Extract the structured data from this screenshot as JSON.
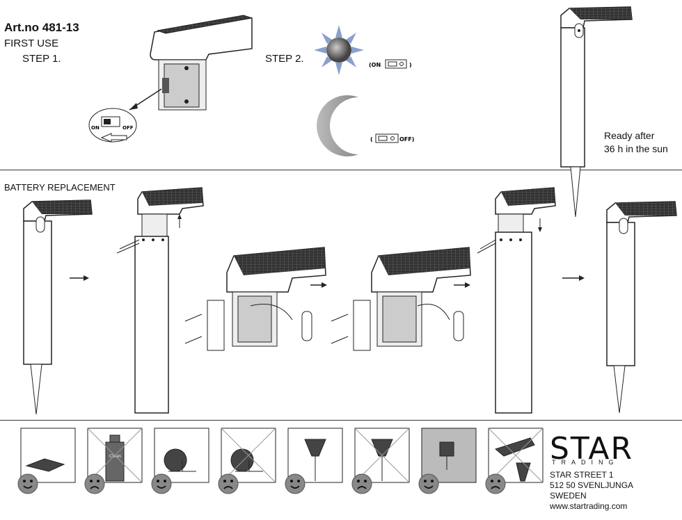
{
  "header": {
    "art_no": "Art.no 481-13",
    "first_use": "FIRST USE",
    "step1": "STEP 1.",
    "step2": "STEP 2."
  },
  "switch": {
    "on_label": "ON",
    "off_label": "OFF",
    "on_paren_left": "(ON",
    "on_paren_right": ")",
    "off_paren_left": "(",
    "off_paren_right": "OFF)"
  },
  "ready_text": [
    "Ready after",
    "36 h in the sun"
  ],
  "battery_title": "BATTERY REPLACEMENT",
  "care_icons": [
    {
      "name": "wipe-cloth",
      "good": true
    },
    {
      "name": "cleaner-bottle",
      "good": false,
      "label": "Clean"
    },
    {
      "name": "sun-exposure",
      "good": true
    },
    {
      "name": "sun-exposure-crossed",
      "good": false
    },
    {
      "name": "insert-spike-hand",
      "good": true
    },
    {
      "name": "insert-spike-force",
      "good": false
    },
    {
      "name": "frozen-ground",
      "good": true
    },
    {
      "name": "hammer",
      "good": false
    }
  ],
  "company": {
    "logo": "STAR",
    "sub": "TRADING",
    "address": [
      "STAR STREET 1",
      "512 50 SVENLJUNGA",
      "SWEDEN",
      "www.startrading.com"
    ]
  }
}
